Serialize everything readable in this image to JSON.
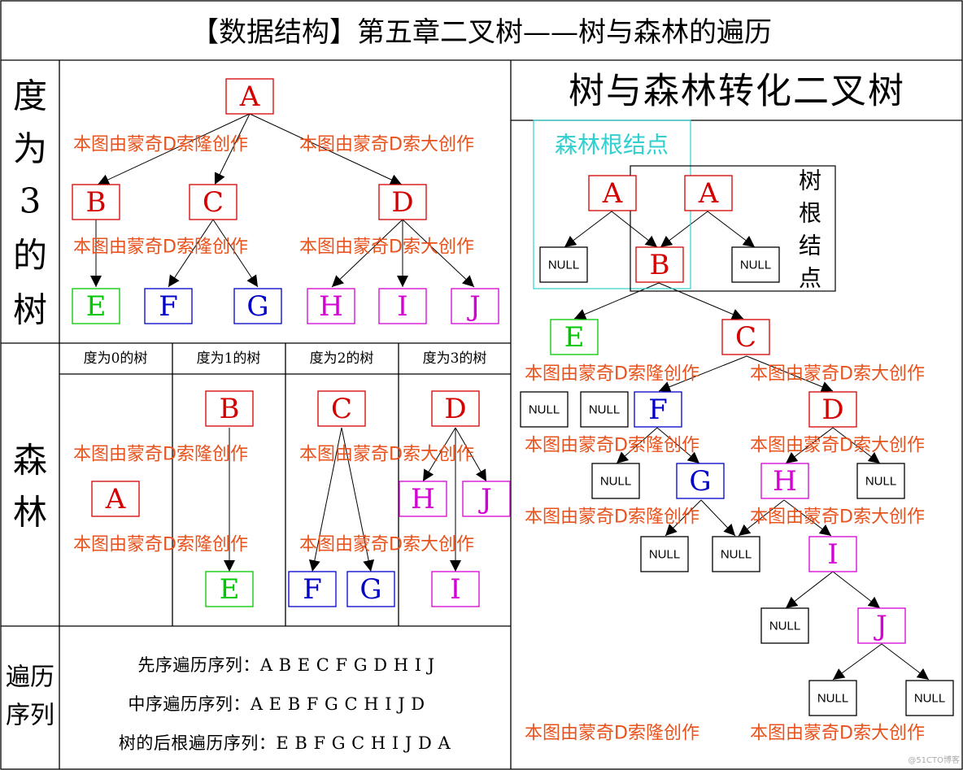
{
  "title": "【数据结构】第五章二叉树——树与森林的遍历",
  "right_title": "树与森林转化二叉树",
  "row_labels": {
    "tree": [
      "度",
      "为",
      "3",
      "的",
      "树"
    ],
    "forest": [
      "森",
      "林"
    ],
    "traversal": [
      "遍历",
      "序列"
    ]
  },
  "forest_headers": [
    "度为0的树",
    "度为1的树",
    "度为2的树",
    "度为3的树"
  ],
  "watermark": "本图由蒙奇D索隆创作",
  "watermark_alt": "本图由蒙奇D索大创作",
  "forest_root_label": "森林根结点",
  "tree_root_label": [
    "树",
    "根",
    "结",
    "点"
  ],
  "null_label": "NULL",
  "nodes": {
    "A": "A",
    "B": "B",
    "C": "C",
    "D": "D",
    "E": "E",
    "F": "F",
    "G": "G",
    "H": "H",
    "I": "I",
    "J": "J"
  },
  "sequences": [
    "先序遍历序列：A B E C F G D H I J",
    "中序遍历序列：A E B F G C H I J D",
    "树的后根遍历序列：E B F G C H I J D A"
  ],
  "credit": "@51CTO博客",
  "colors": {
    "red": "#d40000",
    "green": "#00c800",
    "blue": "#0000c8",
    "magenta": "#d400d4",
    "watermark": "#e8521c",
    "cyan": "#30d0d0"
  }
}
